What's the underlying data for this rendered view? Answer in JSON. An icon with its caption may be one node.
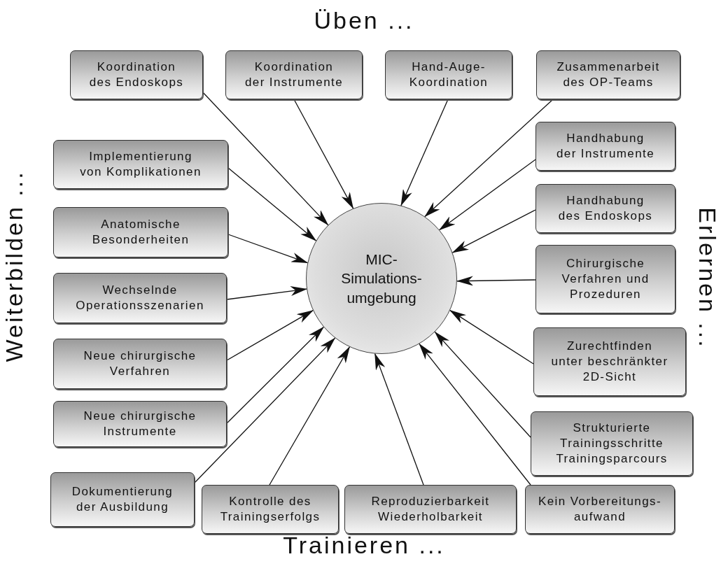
{
  "diagram": {
    "title": "Üben ...",
    "nodes": [
      {
        "text": [
          "MIC-Simulations-umgebung"
        ]
      },
      {
        "text": [
          "Koordination des Endoskops"
        ]
      },
      {
        "text": [
          "Koordination der Instrumente"
        ]
      },
      {
        "text": [
          "Hand-Auge-Koordination"
        ]
      },
      {
        "text": [
          "Zusammenarbeit des OP-Teams"
        ]
      },
      {
        "text": [
          "Implementierung von Komplikationen"
        ]
      },
      {
        "text": [
          "Handhabung der Instrumente"
        ]
      },
      {
        "text": [
          "Anatomische Besonderheiten"
        ]
      },
      {
        "text": [
          "Handhabung des Endoskops"
        ]
      },
      {
        "text": [
          "Wechselnde Operationsszenarien"
        ]
      },
      {
        "text": [
          "Chirurgische Verfahren und Prozeduren"
        ]
      },
      {
        "text": [
          "Neue chirurgische Verfahren"
        ]
      },
      {
        "text": [
          "Zurechtfinden unter beschränkter 2D-Sicht"
        ]
      },
      {
        "text": [
          "Neue chirurgische Instrumente"
        ]
      },
      {
        "text": [
          "Strukturierte Trainingsschritte Trainingsparcours"
        ]
      },
      {
        "text": [
          "Dokumentierung der Ausbildung"
        ]
      },
      {
        "text": [
          "Kontrolle des Trainingserfolgs"
        ]
      },
      {
        "text": [
          "Reproduzierbarkeit Wiederholbarkeit"
        ]
      },
      {
        "text": [
          "Kein Vorbereitungs-aufwand"
        ]
      }
    ],
    "edges": [
      {
        "from": 1,
        "to": 0,
        "arrow": "to"
      },
      {
        "from": 2,
        "to": 0,
        "arrow": "to"
      },
      {
        "from": 3,
        "to": 0,
        "arrow": "to"
      },
      {
        "from": 4,
        "to": 0,
        "arrow": "to"
      },
      {
        "from": 5,
        "to": 0,
        "arrow": "to"
      },
      {
        "from": 6,
        "to": 0,
        "arrow": "to"
      },
      {
        "from": 7,
        "to": 0,
        "arrow": "to"
      },
      {
        "from": 8,
        "to": 0,
        "arrow": "to"
      },
      {
        "from": 9,
        "to": 0,
        "arrow": "to"
      },
      {
        "from": 10,
        "to": 0,
        "arrow": "to"
      },
      {
        "from": 11,
        "to": 0,
        "arrow": "to"
      },
      {
        "from": 12,
        "to": 0,
        "arrow": "to"
      },
      {
        "from": 13,
        "to": 0,
        "arrow": "to"
      },
      {
        "from": 14,
        "to": 0,
        "arrow": "to"
      },
      {
        "from": 15,
        "to": 0,
        "arrow": "to"
      },
      {
        "from": 16,
        "to": 0,
        "arrow": "to"
      },
      {
        "from": 17,
        "to": 0,
        "arrow": "to"
      },
      {
        "from": 18,
        "to": 0,
        "arrow": "to"
      }
    ],
    "labels": [
      "Weiterbilden ...",
      "Erlernen ...",
      "Trainieren ..."
    ]
  }
}
